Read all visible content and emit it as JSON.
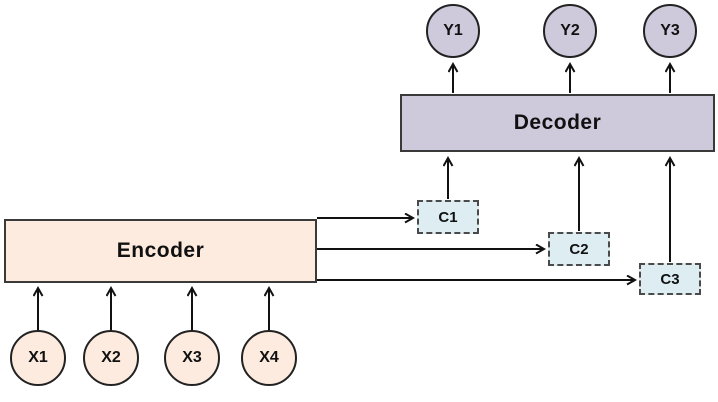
{
  "diagram": {
    "type": "encoder-decoder-attention-architecture",
    "encoder": {
      "label": "Encoder"
    },
    "decoder": {
      "label": "Decoder"
    },
    "inputs": [
      {
        "label": "X1"
      },
      {
        "label": "X2"
      },
      {
        "label": "X3"
      },
      {
        "label": "X4"
      }
    ],
    "outputs": [
      {
        "label": "Y1"
      },
      {
        "label": "Y2"
      },
      {
        "label": "Y3"
      }
    ],
    "contexts": [
      {
        "label": "C1"
      },
      {
        "label": "C2"
      },
      {
        "label": "C3"
      }
    ],
    "colors": {
      "background": "#ffffff",
      "encoder_fill": "#fcebde",
      "decoder_fill": "#cfc9dc",
      "input_circle_fill": "#fcebde",
      "output_circle_fill": "#cfc9dc",
      "context_fill": "#ddedf2",
      "solid_border": "#3a3a3a",
      "dashed_border": "#4a4a4a",
      "arrow": "#111111",
      "text": "#111111"
    }
  }
}
